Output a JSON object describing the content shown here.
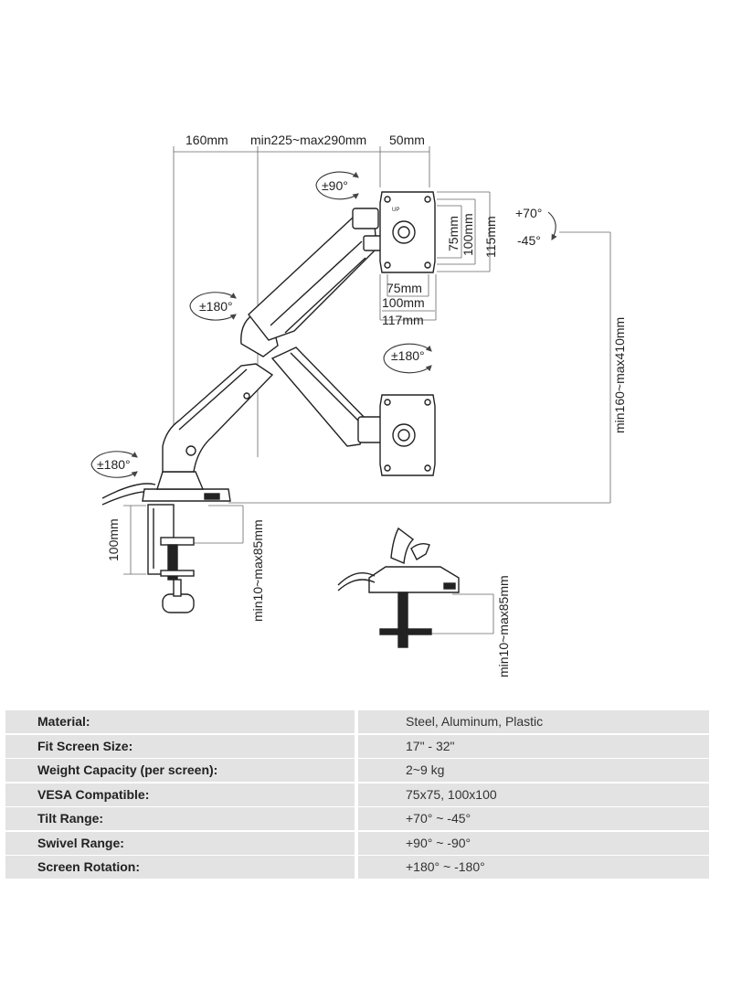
{
  "dimensions": {
    "d160": "160mm",
    "arm": "min225~max290mm",
    "d50": "50mm",
    "v75": "75mm",
    "v100": "100mm",
    "v115": "115mm",
    "h75": "75mm",
    "h100": "100mm",
    "h117": "117mm",
    "height": "min160~max410mm",
    "clamp_height": "100mm",
    "clamp_range": "min10~max85mm",
    "grommet_range": "min10~max85mm"
  },
  "rotations": {
    "swivel_top": "±90°",
    "tilt_up": "+70°",
    "tilt_down": "-45°",
    "arm_joint": "±180°",
    "screen_rotate": "±180°",
    "base": "±180°"
  },
  "labels": {
    "up_mark": "UP"
  },
  "specs": [
    {
      "label": "Material:",
      "value": "Steel, Aluminum, Plastic"
    },
    {
      "label": "Fit Screen Size:",
      "value": "17\" - 32\""
    },
    {
      "label": "Weight Capacity (per screen):",
      "value": "2~9 kg"
    },
    {
      "label": "VESA Compatible:",
      "value": "75x75, 100x100"
    },
    {
      "label": "Tilt Range:",
      "value": "+70° ~ -45°"
    },
    {
      "label": "Swivel Range:",
      "value": "+90° ~ -90°"
    },
    {
      "label": "Screen Rotation:",
      "value": "+180° ~ -180°"
    }
  ]
}
